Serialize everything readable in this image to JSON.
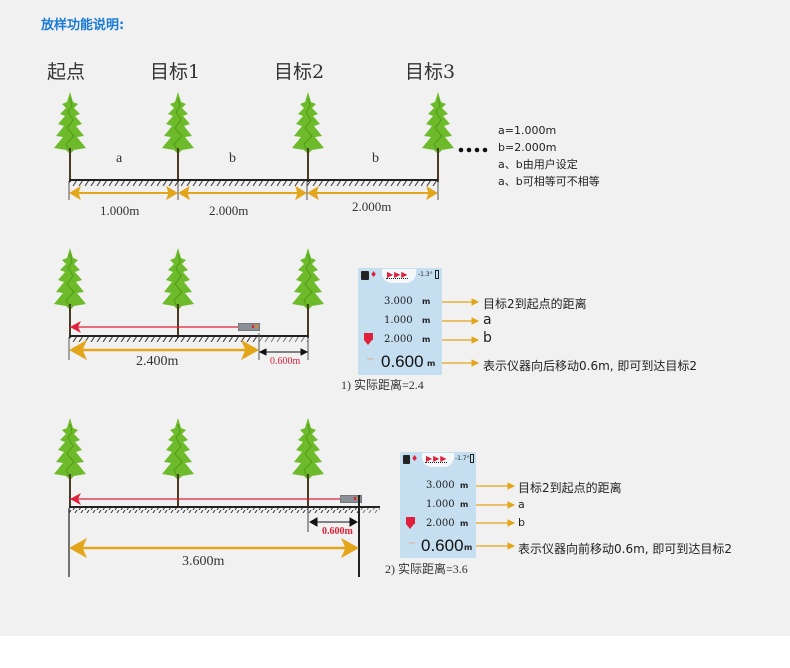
{
  "title": "放样功能说明:",
  "column_headers": [
    "起点",
    "目标1",
    "目标2",
    "目标3"
  ],
  "colors": {
    "title_blue": "#1a7ad6",
    "tree_green": "#6dbb2a",
    "arrow_gold": "#e3a51a",
    "laser_red": "#e0203a",
    "lcd_bg": "#c5def0",
    "ground": "#222222"
  },
  "diagram1": {
    "segments": [
      {
        "label": "a",
        "distance": "1.000m"
      },
      {
        "label": "b",
        "distance": "2.000m"
      },
      {
        "label": "b",
        "distance": "2.000m"
      }
    ],
    "continuation_icon": "ellipsis-dots",
    "notes": [
      "a=1.000m",
      "b=2.000m",
      "a、b由用户设定",
      "a、b可相等可不相等"
    ]
  },
  "diagram2": {
    "measured_distance": "2.400m",
    "offset_distance": "0.600m",
    "lcd": {
      "status_icons": [
        "battery-icon",
        "laser-icon",
        "flags-icon",
        "tilt-readout",
        "signal-icon"
      ],
      "tilt": "-1.3°",
      "rows": [
        {
          "value": "3.000",
          "unit": "m"
        },
        {
          "value": "1.000",
          "unit": "m"
        },
        {
          "value": "2.000",
          "unit": "m"
        }
      ],
      "main_sign": "−",
      "main_value": "0.600",
      "main_unit": "m"
    },
    "callouts": [
      "目标2到起点的距离",
      "a",
      "b",
      "表示仪器向后移动0.6m, 即可到达目标2"
    ],
    "caption": "1) 实际距离=2.4"
  },
  "diagram3": {
    "measured_distance": "3.600m",
    "offset_distance": "0.600m",
    "lcd": {
      "status_icons": [
        "battery-icon",
        "laser-icon",
        "flags-icon",
        "tilt-readout",
        "signal-icon"
      ],
      "tilt": "-1.7°",
      "rows": [
        {
          "value": "3.000",
          "unit": "m"
        },
        {
          "value": "1.000",
          "unit": "m"
        },
        {
          "value": "2.000",
          "unit": "m"
        }
      ],
      "main_sign": "−",
      "main_value": "0.600",
      "main_unit": "m"
    },
    "callouts": [
      "目标2到起点的距离",
      "a",
      "b",
      "表示仪器向前移动0.6m, 即可到达目标2"
    ],
    "caption": "2) 实际距离=3.6"
  }
}
